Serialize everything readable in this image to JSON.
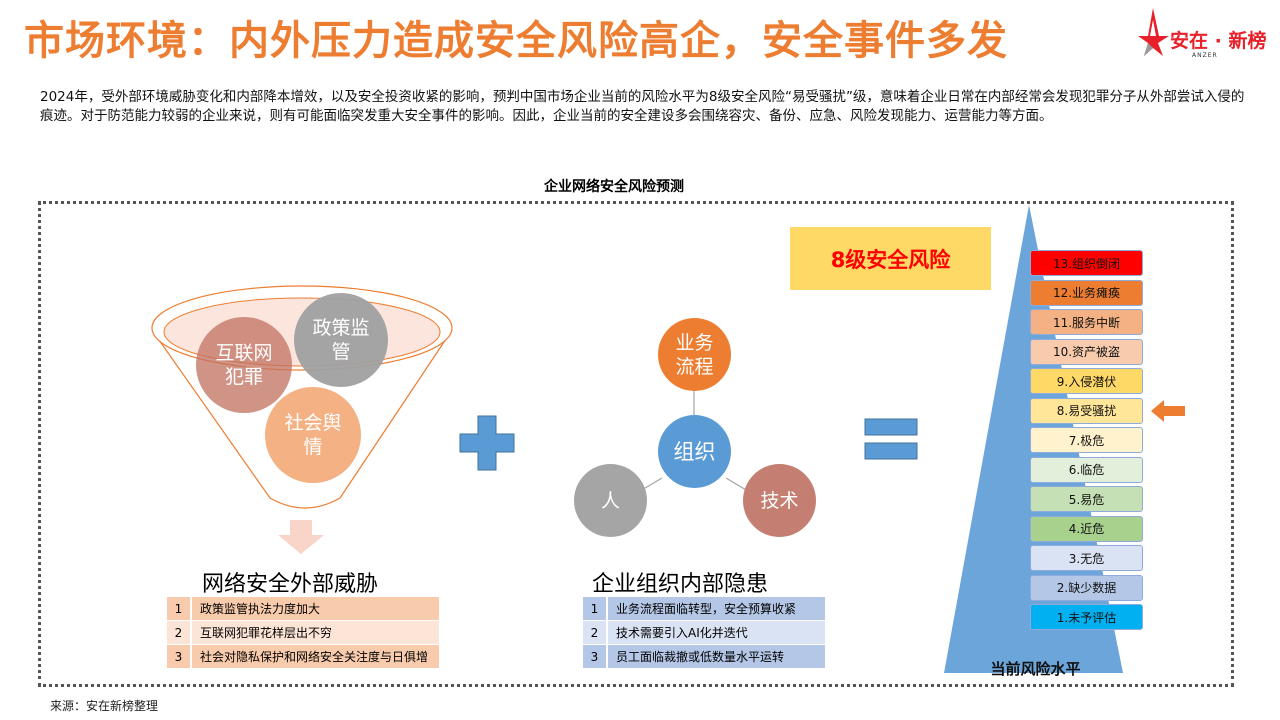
{
  "header": {
    "title": "市场环境：内外压力造成安全风险高企，安全事件多发",
    "logo": {
      "brand": "安在 · 新榜",
      "sub": "ANZER",
      "icon": "star-logo-icon"
    }
  },
  "intro": "2024年，受外部环境威胁变化和内部降本增效，以及安全投资收紧的影响，预判中国市场企业当前的风险水平为8级安全风险“易受骚扰”级，意味着企业日常在内部经常会发现犯罪分子从外部尝试入侵的痕迹。对于防范能力较弱的企业来说，则有可能面临突发重大安全事件的影响。因此，企业当前的安全建设多会围绕容灾、备份、应急、风险发现能力、运营能力等方面。",
  "frame": {
    "title": "企业网络安全风险预测"
  },
  "external": {
    "funnel_circles": [
      {
        "label": "互联网\n犯罪",
        "line1": "互联网",
        "line2": "犯罪",
        "color": "#C0705F"
      },
      {
        "label": "政策监管",
        "line1": "政策监",
        "line2": "管",
        "color": "#A5A5A5"
      },
      {
        "label": "社会舆情",
        "line1": "社会舆",
        "line2": "情",
        "color": "#F4B183"
      }
    ],
    "heading": "网络安全外部威胁",
    "items": [
      {
        "num": "1",
        "text": "政策监管执法力度加大"
      },
      {
        "num": "2",
        "text": "互联网犯罪花样层出不穷"
      },
      {
        "num": "3",
        "text": "社会对隐私保护和网络安全关注度与日俱增"
      }
    ]
  },
  "operators": {
    "plus": "plus-icon",
    "equals": "equals-icon"
  },
  "internal": {
    "center": "组织",
    "nodes": [
      {
        "label1": "业务",
        "label2": "流程",
        "color": "#ED7D31"
      },
      {
        "label1": "人",
        "label2": "",
        "color": "#A5A5A5"
      },
      {
        "label1": "技术",
        "label2": "",
        "color": "#C47F72"
      }
    ],
    "center_color": "#5B9BD5",
    "heading": "企业组织内部隐患",
    "items": [
      {
        "num": "1",
        "text": "业务流程面临转型，安全预算收紧"
      },
      {
        "num": "2",
        "text": "技术需要引入AI化并迭代"
      },
      {
        "num": "3",
        "text": "员工面临裁撤或低数量水平运转"
      }
    ]
  },
  "risk": {
    "badge": "8级安全风险",
    "current_marker": "left-arrow-icon",
    "pyramid_label": "当前风险水平",
    "levels": [
      {
        "label": "13.组织倒闭",
        "color": "#FF0000"
      },
      {
        "label": "12.业务瘫痪",
        "color": "#ED7D31"
      },
      {
        "label": "11.服务中断",
        "color": "#F4B183"
      },
      {
        "label": "10.资产被盗",
        "color": "#F8CBAD"
      },
      {
        "label": "9.入侵潜伏",
        "color": "#FFD966"
      },
      {
        "label": "8.易受骚扰",
        "color": "#FFE699"
      },
      {
        "label": "7.极危",
        "color": "#FFF2CC"
      },
      {
        "label": "6.临危",
        "color": "#E2EFDA"
      },
      {
        "label": "5.易危",
        "color": "#C5E0B4"
      },
      {
        "label": "4.近危",
        "color": "#A9D18E"
      },
      {
        "label": "3.无危",
        "color": "#DAE3F3"
      },
      {
        "label": "2.缺少数据",
        "color": "#B4C7E7"
      },
      {
        "label": "1.未予评估",
        "color": "#00B0F0"
      }
    ]
  },
  "footer": {
    "source": "来源：安在新榜整理"
  }
}
